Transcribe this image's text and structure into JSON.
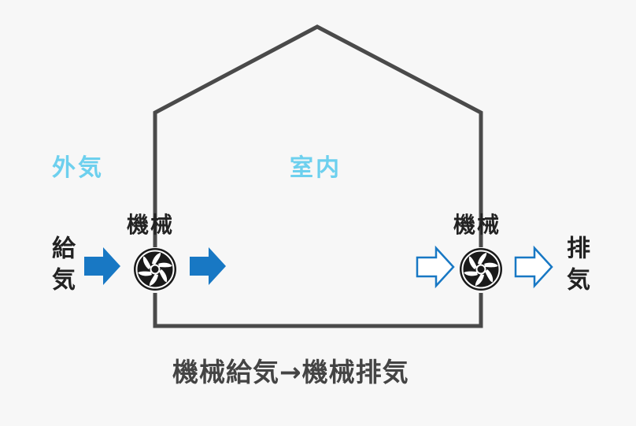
{
  "labels": {
    "outside": "外気",
    "inside": "室内",
    "fan_left": "機械",
    "fan_right": "機械",
    "supply": "給気",
    "exhaust": "排気"
  },
  "caption": "機械給気→機械排気",
  "colors": {
    "house_outline": "#4a4a4a",
    "area_label": "#6dd0ee",
    "supply_arrow": "#1878c4",
    "exhaust_arrow_outline": "#1878c4",
    "fan": "#1a1a1a",
    "text": "#222222"
  }
}
